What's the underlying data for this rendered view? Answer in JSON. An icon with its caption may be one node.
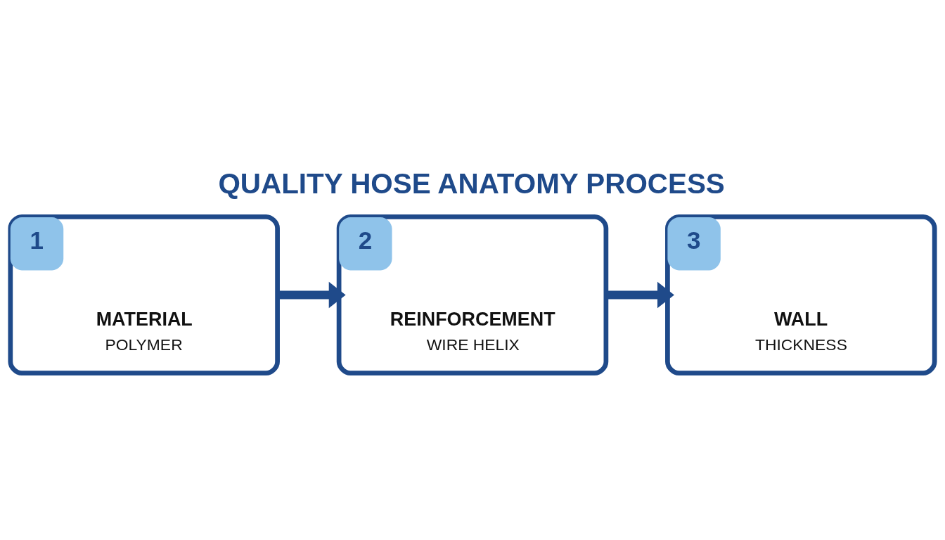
{
  "diagram": {
    "title": "QUALITY HOSE ANATOMY PROCESS",
    "nodes": [
      {
        "text": [
          "1",
          "MATERIAL",
          "POLYMER"
        ]
      },
      {
        "text": [
          "2",
          "REINFORCEMENT",
          "WIRE HELIX"
        ]
      },
      {
        "text": [
          "3",
          "WALL",
          "THICKNESS"
        ]
      }
    ],
    "edges": [
      {
        "from": 0,
        "to": 1,
        "arrow": "to"
      },
      {
        "from": 1,
        "to": 2,
        "arrow": "to"
      }
    ]
  }
}
